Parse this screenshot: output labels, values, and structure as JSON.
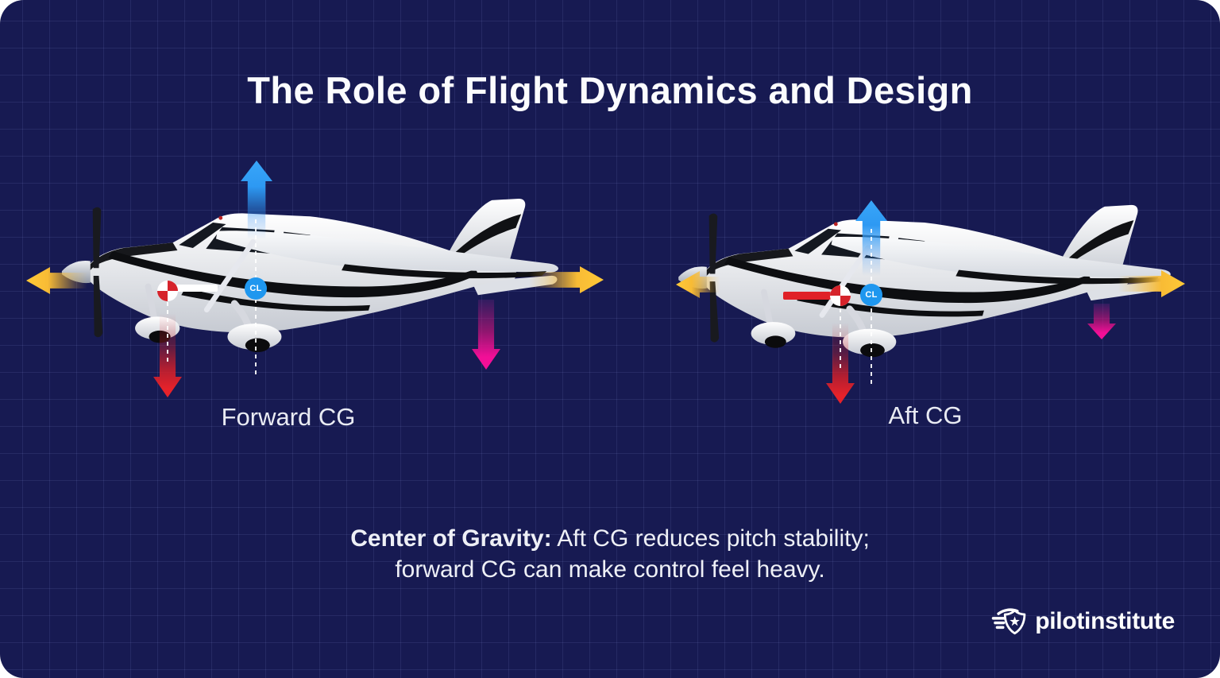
{
  "title": "The Role of Flight Dynamics and Design",
  "planes": {
    "left": {
      "label": "Forward CG",
      "cl": "CL"
    },
    "right": {
      "label": "Aft CG",
      "cl": "CL"
    }
  },
  "caption": {
    "lead": "Center of Gravity:",
    "line1": " Aft CG reduces pitch stability;",
    "line2": "forward CG can make control feel heavy."
  },
  "brand": {
    "name": "pilotinstitute"
  },
  "colors": {
    "background": "#171a52",
    "grid_line": "#2a2e6b",
    "lift_blue": "#2d99f3",
    "weight_red": "#e6222a",
    "tail_pink": "#f20f97",
    "thrust_yellow": "#f8bb35",
    "cl_badge_blue": "#1f97ef",
    "cg_red": "#d6232b",
    "text": "#eef0f6"
  },
  "icons": {
    "lift-arrow-icon": "up-arrow",
    "weight-arrow-icon": "down-arrow",
    "tail-force-arrow-icon": "down-arrow",
    "thrust-arrow-icon": "left-arrow",
    "drag-arrow-icon": "right-arrow",
    "cg-symbol-icon": "quartered-circle",
    "cl-marker-icon": "circle-CL",
    "wings-shield-icon": "winged-shield-star"
  }
}
